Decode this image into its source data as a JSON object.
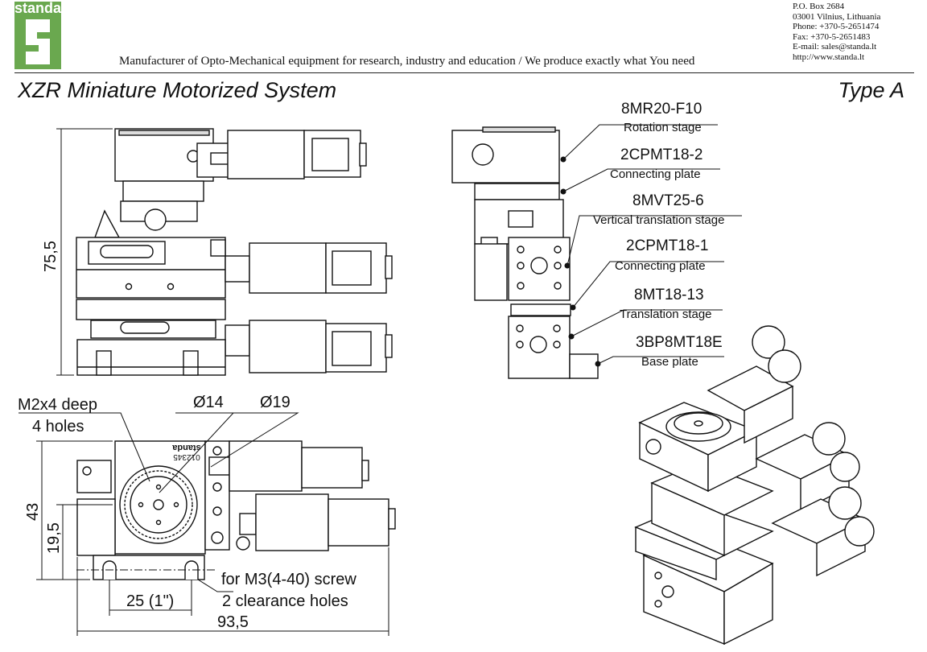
{
  "header": {
    "logo_text": "standa",
    "tagline": "Manufacturer of Opto-Mechanical equipment for research, industry and education / We produce exactly what You need",
    "contacts": [
      "P.O. Box 2684",
      "03001 Vilnius, Lithuania",
      "Phone: +370-5-2651474",
      "Fax: +370-5-2651483",
      "E-mail: sales@standa.lt",
      "http://www.standa.lt"
    ],
    "brand_color": "#6aa84f"
  },
  "title": "XZR Miniature Motorized System",
  "type_label": "Type A",
  "parts": [
    {
      "code": "8MR20-F10",
      "desc": "Rotation stage"
    },
    {
      "code": "2CPMT18-2",
      "desc": "Connecting plate"
    },
    {
      "code": "8MVT25-6",
      "desc": "Vertical translation stage"
    },
    {
      "code": "2CPMT18-1",
      "desc": "Connecting plate"
    },
    {
      "code": "8MT18-13",
      "desc": "Translation stage"
    },
    {
      "code": "3BP8MT18E",
      "desc": "Base plate"
    }
  ],
  "dimensions": {
    "height": "75,5",
    "holes_spec": "M2x4 deep",
    "holes_count": "4 holes",
    "dia1": "Ø14",
    "dia2": "Ø19",
    "depth": "43",
    "offset": "19,5",
    "pitch": "25 (1\")",
    "width": "93,5",
    "screw": "for M3(4-40) screw",
    "clearance": "2 clearance holes"
  },
  "engraving": {
    "brand": "standa",
    "serial": "012345"
  }
}
